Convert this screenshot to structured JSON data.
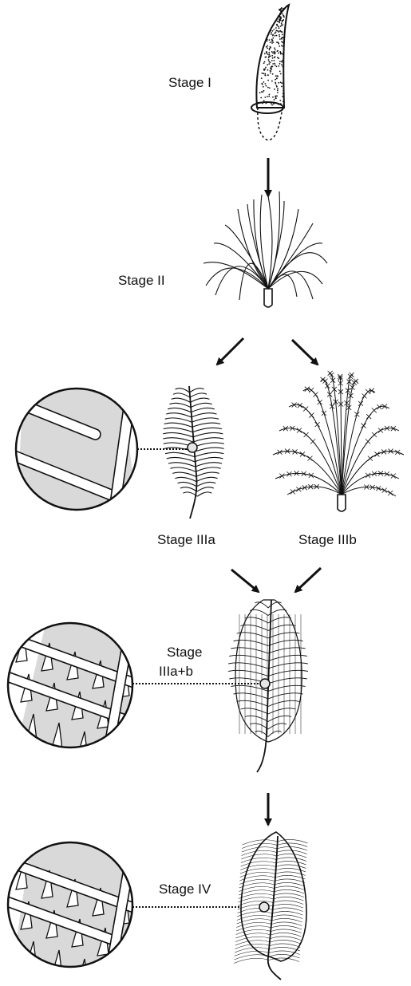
{
  "stages": {
    "stage1": {
      "label": "Stage I"
    },
    "stage2": {
      "label": "Stage II"
    },
    "stage3a": {
      "label": "Stage IIIa"
    },
    "stage3b": {
      "label": "Stage IIIb"
    },
    "stage3ab": {
      "label_line1": "Stage",
      "label_line2": "IIIa+b"
    },
    "stage4": {
      "label": "Stage IV"
    }
  },
  "colors": {
    "ink": "#111111",
    "zoom_fill": "#d9d9d9",
    "barb_fill": "#ffffff",
    "marker_fill": "#e6e6e6"
  },
  "icons": [
    "arrow-down",
    "arrow-down-left",
    "arrow-down-right",
    "magnifier-circle",
    "feather"
  ]
}
